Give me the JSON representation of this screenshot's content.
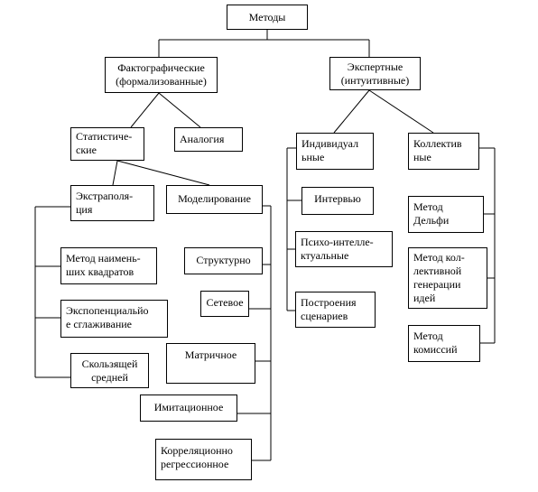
{
  "root": "Методы",
  "factographic": "Фактографические\n(формализованные)",
  "expert": "Экспертные\n(интуитивные)",
  "statistical": "Статистиче-\nские",
  "analogy": "Аналогия",
  "extrapolation": "Экстраполя-\nция",
  "modeling": "Моделирование",
  "least_squares": "Метод наимень-\nших квадратов",
  "exp_smoothing": "Экспопенциальйо\nе сглаживание",
  "moving_avg": "Скользящей\nсредней",
  "structural": "Структурно",
  "network": "Сетевое",
  "matrix": "Матричное",
  "simulation": "Имитационное",
  "correlation": "Корреляционно\nрегрессионное",
  "individual": "Индивидуал\nьные",
  "interview": "Интервью",
  "psycho": "Психо-интелле-\nктуальные",
  "scenarios": "Построения\nсценариев",
  "collective": "Коллектив\nные",
  "delphi": "Метод\nДельфи",
  "collective_gen": "Метод кол-\nлективной\nгенерации\nидей",
  "commissions": "Метод\nкомиссий"
}
